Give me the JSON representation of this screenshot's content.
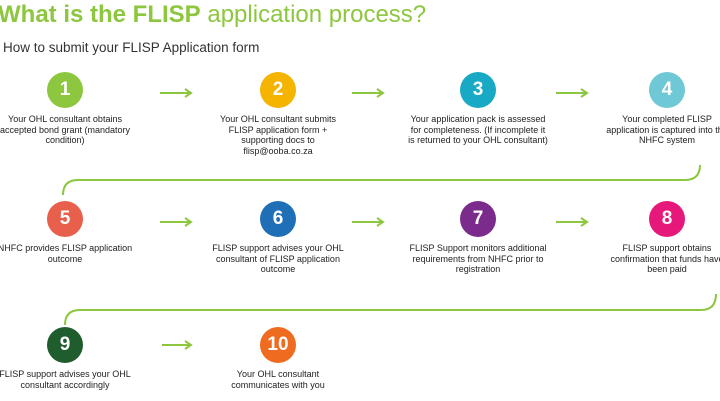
{
  "header": {
    "title_bold": "What is the FLISP",
    "title_rest": " application process?",
    "subtitle": "How to submit your FLISP Application form"
  },
  "steps": [
    {
      "num": "1",
      "color": "#8dc63f",
      "text": "Your OHL consultant obtains accepted bond grant (mandatory condition)"
    },
    {
      "num": "2",
      "color": "#f5b400",
      "text": "Your OHL consultant submits FLISP application form + supporting docs to flisp@ooba.co.za"
    },
    {
      "num": "3",
      "color": "#18a9c4",
      "text": "Your application pack is assessed for completeness. (If incomplete it is returned to your OHL consultant)"
    },
    {
      "num": "4",
      "color": "#6ec8d6",
      "text": "Your completed FLISP application is captured into the NHFC system"
    },
    {
      "num": "5",
      "color": "#e8604c",
      "text": "NHFC provides FLISP application outcome"
    },
    {
      "num": "6",
      "color": "#1e6fb5",
      "text": "FLISP support advises your OHL consultant of FLISP application outcome"
    },
    {
      "num": "7",
      "color": "#7b2b8c",
      "text": "FLISP Support monitors additional requirements from NHFC prior to registration"
    },
    {
      "num": "8",
      "color": "#e6197a",
      "text": "FLISP support obtains confirmation that funds have been paid"
    },
    {
      "num": "9",
      "color": "#1f5c2e",
      "text": "FLISP support advises your OHL consultant accordingly"
    },
    {
      "num": "10",
      "color": "#ef6b1f",
      "text": "Your OHL consultant communicates with you"
    }
  ],
  "colors": {
    "title_green": "#8dc63f",
    "arrow_green": "#8dc63f"
  }
}
